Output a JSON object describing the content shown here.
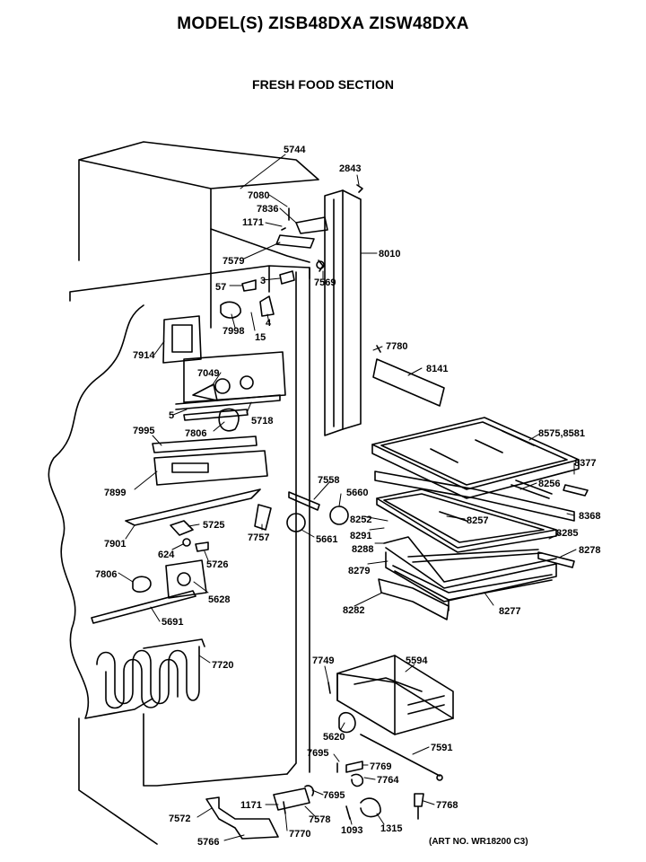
{
  "header": {
    "model_title": "MODEL(S) ZISB48DXA  ZISW48DXA",
    "section_title": "FRESH FOOD SECTION"
  },
  "footer": {
    "art_no": "(ART NO. WR18200 C3)"
  },
  "parts": [
    "5744",
    "2843",
    "7080",
    "7836",
    "1171",
    "8010",
    "7579",
    "7569",
    "57",
    "3",
    "4",
    "7998",
    "15",
    "7780",
    "7914",
    "7049",
    "8141",
    "5718",
    "5",
    "7806",
    "7995",
    "8575,8581",
    "8377",
    "8256",
    "7899",
    "7558",
    "5660",
    "8252",
    "8368",
    "8257",
    "8291",
    "8285",
    "8288",
    "8278",
    "5725",
    "7901",
    "7757",
    "5661",
    "624",
    "5726",
    "8279",
    "7806",
    "5628",
    "8282",
    "8277",
    "5691",
    "7749",
    "5594",
    "7720",
    "5620",
    "7591",
    "7695",
    "7769",
    "7764",
    "7695",
    "7768",
    "1171",
    "7572",
    "7578",
    "5766",
    "7770",
    "1093",
    "1315"
  ]
}
